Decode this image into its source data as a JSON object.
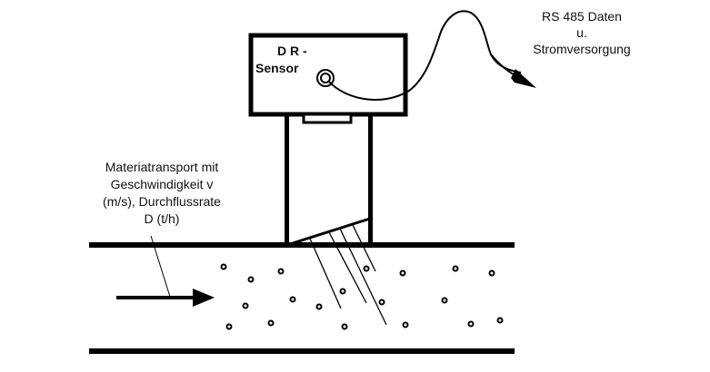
{
  "diagram": {
    "sensor": {
      "line1": "D R -",
      "line2": "Sensor"
    },
    "cable_label": {
      "line1": "RS 485 Daten",
      "line2": "u.",
      "line3": "Stromversorgung"
    },
    "flow_label": {
      "line1": "Materiatransport mit",
      "line2": "Geschwindigkeit v",
      "line3": "(m/s), Durchflussrate",
      "line4": "D (t/h)"
    },
    "colors": {
      "ink": "#000000",
      "background": "#ffffff"
    }
  }
}
